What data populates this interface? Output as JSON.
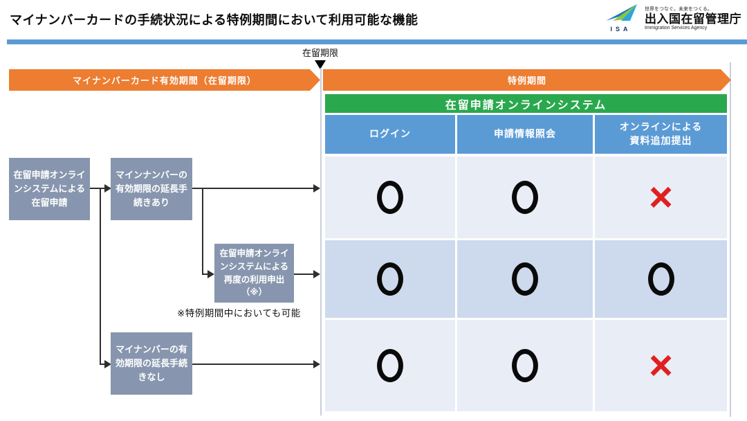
{
  "header": {
    "title": "マイナンバーカードの手続状況による特例期間において利用可能な機能",
    "logo": {
      "abbr": "ISA",
      "tagline": "世界をつなぐ。未来をつくる。",
      "org_ja": "出入国在留管理庁",
      "org_en": "Immigration Services Agency"
    }
  },
  "timeline": {
    "deadline_label": "在留期限",
    "left_banner": "マイナンバーカード有効期間（在留期限）",
    "right_banner": "特例期間"
  },
  "flowchart": {
    "box_application": "在留申請オンラインシステムによる在留申請",
    "box_extension_yes": "マインナンバーの有効期限の延長手続きあり",
    "box_reapply": "在留申請オンラインシステムによる再度の利用申出（※）",
    "box_extension_no": "マイナンバーの有効期限の延長手続きなし",
    "note": "※特例期間中においても可能"
  },
  "matrix": {
    "system_title": "在留申請オンラインシステム",
    "columns": [
      "ログイン",
      "申請情報照会",
      "オンラインによる\n資料追加提出"
    ],
    "rows": [
      {
        "marks": [
          "○",
          "○",
          "×"
        ]
      },
      {
        "marks": [
          "○",
          "○",
          "○"
        ]
      },
      {
        "marks": [
          "○",
          "○",
          "×"
        ]
      }
    ]
  },
  "colors": {
    "accent_orange": "#ED7D31",
    "accent_blue": "#5B9BD5",
    "accent_green": "#2AA84E",
    "box_slate": "#8796AE",
    "row_light": "#E9EDF6",
    "row_dark": "#CDD9EC",
    "cross_red": "#E02020",
    "circle_black": "#0A0A0A"
  }
}
